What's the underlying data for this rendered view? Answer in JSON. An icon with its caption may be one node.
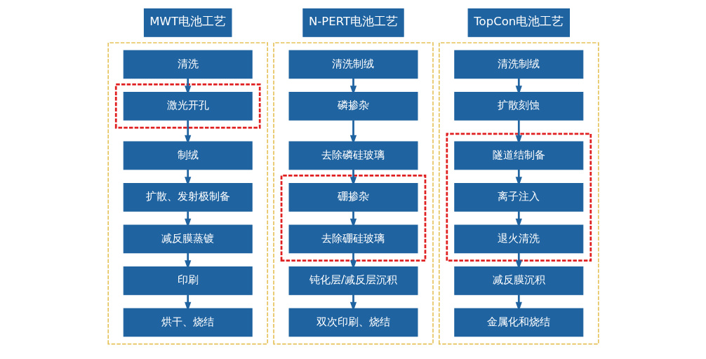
{
  "diagram": {
    "nodes": [
      {
        "text": [
          "MWT电池工艺"
        ]
      },
      {
        "text": [],
        "shape": "box"
      },
      {
        "text": [
          "清洗"
        ],
        "in": 1
      },
      {
        "text": [],
        "shape": "box",
        "in": 1
      },
      {
        "text": [
          "激光开孔"
        ],
        "in": 3
      },
      {
        "text": [
          "制绒"
        ],
        "in": 1
      },
      {
        "text": [
          "扩散、发射极制备"
        ],
        "in": 1
      },
      {
        "text": [
          "减反膜蒸镀"
        ],
        "in": 1
      },
      {
        "text": [
          "印刷"
        ],
        "in": 1
      },
      {
        "text": [
          "烘干、烧结"
        ],
        "in": 1
      },
      {
        "text": [
          "N-PERT电池工艺"
        ]
      },
      {
        "text": [],
        "shape": "box"
      },
      {
        "text": [
          "清洗制绒"
        ],
        "in": 11
      },
      {
        "text": [
          "磷掺杂"
        ],
        "in": 11
      },
      {
        "text": [
          "去除磷硅玻璃"
        ],
        "in": 11
      },
      {
        "text": [],
        "shape": "box",
        "in": 11
      },
      {
        "text": [
          "硼掺杂"
        ],
        "in": 15
      },
      {
        "text": [
          "去除硼硅玻璃"
        ],
        "in": 15
      },
      {
        "text": [
          "钝化层/减反层沉积"
        ],
        "in": 11
      },
      {
        "text": [
          "双次印刷、烧结"
        ],
        "in": 11
      },
      {
        "text": [
          "TopCon电池工艺"
        ]
      },
      {
        "text": [],
        "shape": "box"
      },
      {
        "text": [
          "清洗制绒"
        ],
        "in": 21
      },
      {
        "text": [
          "扩散刻蚀"
        ],
        "in": 21
      },
      {
        "text": [],
        "shape": "box",
        "in": 21
      },
      {
        "text": [
          "隧道结制备"
        ],
        "in": 24
      },
      {
        "text": [
          "离子注入"
        ],
        "in": 24
      },
      {
        "text": [
          "退火清洗"
        ],
        "in": 24
      },
      {
        "text": [
          "减反膜沉积"
        ],
        "in": 21
      },
      {
        "text": [
          "金属化和烧结"
        ],
        "in": 21
      }
    ],
    "edges": [
      {
        "from": 2,
        "to": 4,
        "arrow": "to"
      },
      {
        "from": 4,
        "to": 5,
        "arrow": "to"
      },
      {
        "from": 5,
        "to": 6,
        "arrow": "to"
      },
      {
        "from": 6,
        "to": 7,
        "arrow": "to"
      },
      {
        "from": 7,
        "to": 8,
        "arrow": "to"
      },
      {
        "from": 8,
        "to": 9,
        "arrow": "to"
      },
      {
        "from": 12,
        "to": 13,
        "arrow": "to"
      },
      {
        "from": 13,
        "to": 14,
        "arrow": "to"
      },
      {
        "from": 14,
        "to": 16,
        "arrow": "to"
      },
      {
        "from": 16,
        "to": 17,
        "arrow": "to"
      },
      {
        "from": 17,
        "to": 18,
        "arrow": "to"
      },
      {
        "from": 18,
        "to": 19,
        "arrow": "to"
      },
      {
        "from": 22,
        "to": 23,
        "arrow": "to"
      },
      {
        "from": 23,
        "to": 25,
        "arrow": "to"
      },
      {
        "from": 25,
        "to": 26,
        "arrow": "to"
      },
      {
        "from": 26,
        "to": 27,
        "arrow": "to"
      },
      {
        "from": 27,
        "to": 28,
        "arrow": "to"
      },
      {
        "from": 28,
        "to": 29,
        "arrow": "to"
      }
    ]
  }
}
